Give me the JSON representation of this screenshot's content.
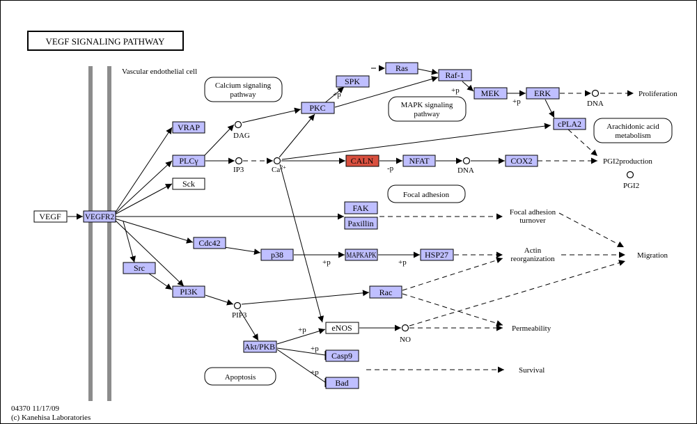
{
  "title": "VEGF SIGNALING PATHWAY",
  "cell_label": "Vascular endothelial cell",
  "footer": {
    "line1": "04370 11/17/09",
    "line2": "(c) Kanehisa Laboratories"
  },
  "colors": {
    "gene_fill": "#bfbfff",
    "gene_highlight": "#d9503f",
    "membrane": "#8c8c8c",
    "border": "#000000"
  },
  "genes": {
    "vegf": "VEGF",
    "vegfr2": "VEGFR2",
    "vrap": "VRAP",
    "plcg": "PLCγ",
    "sck": "Sck",
    "src": "Src",
    "cdc42": "Cdc42",
    "pi3k": "PI3K",
    "p38": "p38",
    "mapkapk": "MAPKAPK",
    "hsp27": "HSP27",
    "fak": "FAK",
    "paxillin": "Paxillin",
    "pkc": "PKC",
    "spk": "SPK",
    "ras": "Ras",
    "raf1": "Raf-1",
    "mek": "MEK",
    "erk": "ERK",
    "cpla2": "cPLA2",
    "caln": "CALN",
    "nfat": "NFAT",
    "cox2": "COX2",
    "rac": "Rac",
    "enos": "eNOS",
    "akt": "Akt/PKB",
    "casp9": "Casp9",
    "bad": "Bad"
  },
  "pathways": {
    "calcium": [
      "Calcium signaling",
      "pathway"
    ],
    "mapk": [
      "MAPK signaling",
      "pathway"
    ],
    "arachidonic": [
      "Arachidonic acid",
      "metabolism"
    ],
    "focal": "Focal adhesion",
    "apoptosis": "Apoptosis"
  },
  "compounds": {
    "dag": "DAG",
    "ip3": "IP3",
    "ca": "Ca",
    "ca_sup": "2+",
    "dna1": "DNA",
    "dna2": "DNA",
    "pip3": "PIP3",
    "no": "NO",
    "pgi2": "PGI2"
  },
  "outcomes": {
    "proliferation": "Proliferation",
    "pgi2production": "PGI2production",
    "focal_turnover": [
      "Focal adhesion",
      "turnover"
    ],
    "actin": [
      "Actin",
      "reorganization"
    ],
    "migration": "Migration",
    "permeability": "Permeability",
    "survival": "Survival"
  },
  "modifiers": {
    "p_spk": "+p",
    "p_raf": "+p",
    "p_mek": "+p",
    "m_calnp": "-p",
    "p_mapkapk": "+p",
    "p_hsp27": "+p",
    "p_enos": "+p",
    "p_casp9": "+p",
    "p_bad": "+p"
  }
}
